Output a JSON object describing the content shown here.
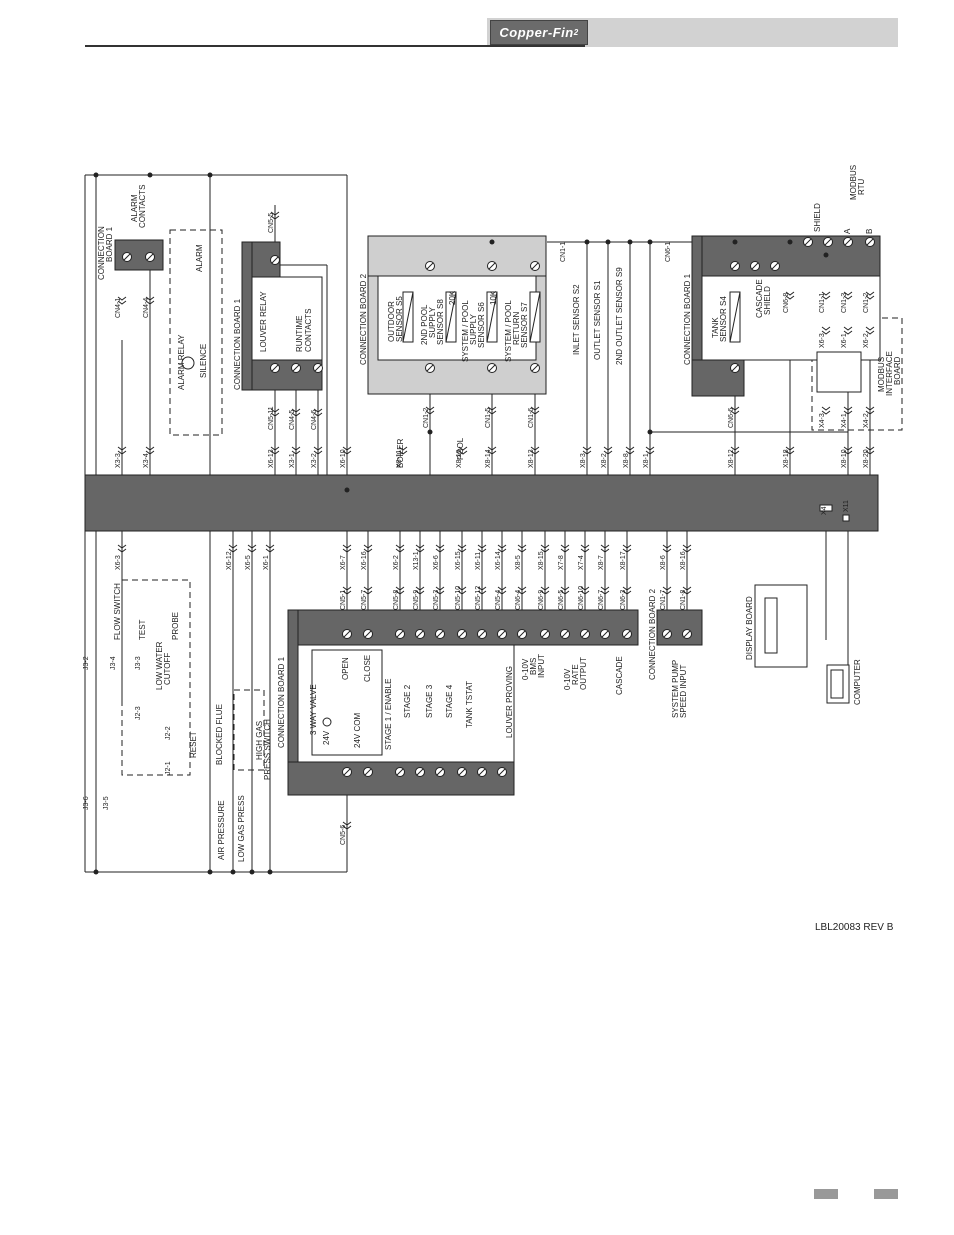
{
  "header": {
    "logo_text": "Copper-Fin",
    "logo_sup": "2"
  },
  "footer": {
    "revision": "LBL20083 REV B"
  },
  "labels": {
    "connection_board_1": "CONNECTION BOARD 1",
    "connection_board_2": "CONNECTION BOARD 2",
    "connection_board": "CONNECTION",
    "board_1_line": "BOARD 1",
    "alarm_contacts_a": "ALARM",
    "alarm_contacts_b": "CONTACTS",
    "alarm": "ALARM",
    "alarm_relay": "ALARM RELAY",
    "silence": "SILENCE",
    "louver_relay": "LOUVER RELAY",
    "runtime_a": "RUNTIME",
    "runtime_b": "CONTACTS",
    "outdoor_a": "OUTDOOR",
    "outdoor_b": "SENSOR S5",
    "pool_a": "2ND POOL",
    "pool_b": "SUPPLY",
    "pool_c": "SENSOR S8",
    "sys_pool_a": "SYSTEM / POOL",
    "sys_pool_b": "SUPPLY",
    "sys_pool_c": "SENSOR S6",
    "sys_ret_a": "SYSTEM / POOL",
    "sys_ret_b": "RETURN",
    "sys_ret_c": "SENSOR S7",
    "r20k": "20K",
    "r10k": "10K",
    "inlet_sensor": "INLET SENSOR S2",
    "outlet_sensor": "OUTLET SENSOR S1",
    "outlet_sensor2": "2ND OUTLET SENSOR S9",
    "tank_a": "TANK",
    "tank_b": "SENSOR S4",
    "cascade_a": "CASCADE",
    "cascade_b": "SHIELD",
    "shield": "SHIELD",
    "modbus_a": "MODBUS",
    "modbus_b": "RTU",
    "a": "A",
    "b": "B",
    "modbus_if_a": "MODBUS",
    "modbus_if_b": "INTERFACE",
    "modbus_if_c": "BOARD",
    "boiler": "BOILER",
    "pool": "POOL",
    "flow_switch": "FLOW SWITCH",
    "test": "TEST",
    "probe": "PROBE",
    "low_water_a": "LOW WATER",
    "low_water_b": "CUTOFF",
    "reset": "RESET",
    "blocked_flue": "BLOCKED FLUE",
    "high_gas_a": "HIGH GAS",
    "high_gas_b": "PRESS SWITCH",
    "air_pressure": "AIR PRESSURE",
    "low_gas": "LOW GAS PRESS",
    "three_way": "3 WAY VALVE",
    "open": "OPEN",
    "close": "CLOSE",
    "v24": "24V",
    "v24com": "24V COM",
    "stage1": "STAGE 1 / ENABLE",
    "stage2": "STAGE 2",
    "stage3": "STAGE 3",
    "stage4": "STAGE 4",
    "tank_tstat": "TANK TSTAT",
    "louver_proving": "LOUVER PROVING",
    "bms_a": "0-10V",
    "bms_b": "BMS",
    "bms_c": "INPUT",
    "rate_a": "0-10V",
    "rate_b": "RATE",
    "rate_c": "OUTPUT",
    "cascade": "CASCADE",
    "sys_pump_a": "SYSTEM PUMP",
    "sys_pump_b": "SPEED INPUT",
    "display_board": "DISPLAY BOARD",
    "computer": "COMPUTER",
    "plus": "+",
    "minus": "-"
  },
  "upper_connectors": [
    "X3-3",
    "X3-4",
    "X6-13",
    "X3-1",
    "X3-2",
    "X6-10",
    "X8-11",
    "X8-19",
    "X8-14",
    "X8-13",
    "X8-3",
    "X8-2",
    "X8-8",
    "X8-1",
    "X8-12",
    "X8-18",
    "X8-10",
    "X8-20"
  ],
  "lower_connectors": [
    "X6-3",
    "X6-12",
    "X6-5",
    "X6-1",
    "X6-7",
    "X6-16",
    "X6-2",
    "X13-1",
    "X6-6",
    "X6-15",
    "X6-11",
    "X6-14",
    "X8-5",
    "X8-15",
    "X7-8",
    "X7-4",
    "X8-7",
    "X8-17",
    "X8-6",
    "X8-16"
  ],
  "cn_upper": [
    "CN4-1",
    "CN4-4",
    "CN5-11",
    "CN4-5",
    "CN4-6",
    "CN5-5",
    "CN1-2",
    "CN1-5",
    "CN1-6",
    "CN1-1",
    "CN1-3",
    "CN1-2",
    "CN6-6",
    "CN6-8",
    "X6-3",
    "X6-1",
    "X6-2",
    "X4-3",
    "X4-1",
    "X4-2"
  ],
  "cn_lower": [
    "CN5-1",
    "CN5-7",
    "CN5-8",
    "CN5-9",
    "CN5-3",
    "CN5-10",
    "CN5-12",
    "CN5-4",
    "CN6-4",
    "CN6-9",
    "CN6-5",
    "CN6-10",
    "CN6-7",
    "CN6-3",
    "CN1-7",
    "CN1-8",
    "CN5-6"
  ],
  "j_connectors": [
    "J3-2",
    "J3-4",
    "J3-3",
    "J2-3",
    "J2-2",
    "J2-1",
    "J3-6",
    "J3-5"
  ],
  "misc_connectors": [
    "CN1-1",
    "CN6-1",
    "X4",
    "X11"
  ]
}
